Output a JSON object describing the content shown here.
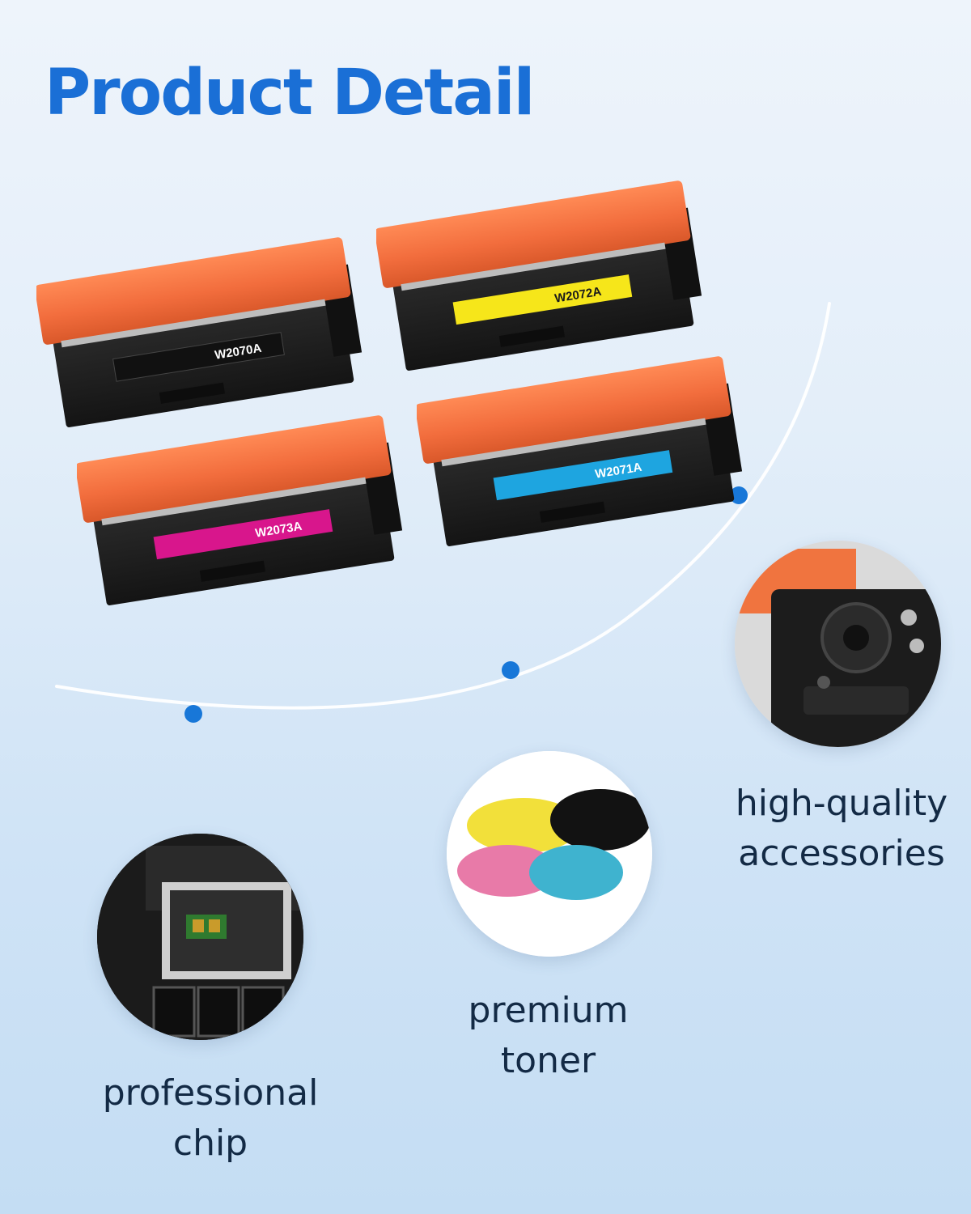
{
  "header": {
    "title": "Product Detail"
  },
  "cartridges": [
    {
      "code": "W2070A",
      "color_name": "black",
      "label_color": "#1c1c1c",
      "code_color": "#ffffff"
    },
    {
      "code": "W2072A",
      "color_name": "yellow",
      "label_color": "#f6e61a",
      "code_color": "#1a1a1a"
    },
    {
      "code": "W2073A",
      "color_name": "magenta",
      "label_color": "#d8168c",
      "code_color": "#ffffff"
    },
    {
      "code": "W2071A",
      "color_name": "cyan",
      "label_color": "#1ea5e0",
      "code_color": "#ffffff"
    }
  ],
  "features": [
    {
      "line1": "high-quality",
      "line2": "accessories",
      "icon": "cartridge-gear-closeup"
    },
    {
      "line1": "premium",
      "line2": "toner",
      "icon": "toner-powder-piles"
    },
    {
      "line1": "professional",
      "line2": "chip",
      "icon": "cartridge-chip-closeup"
    }
  ],
  "colors": {
    "title": "#1a6fd6",
    "accent_dot": "#1877d8",
    "shell_orange": "#f26d3d",
    "body_black": "#1f1f1f",
    "caption_text": "#132a45"
  }
}
